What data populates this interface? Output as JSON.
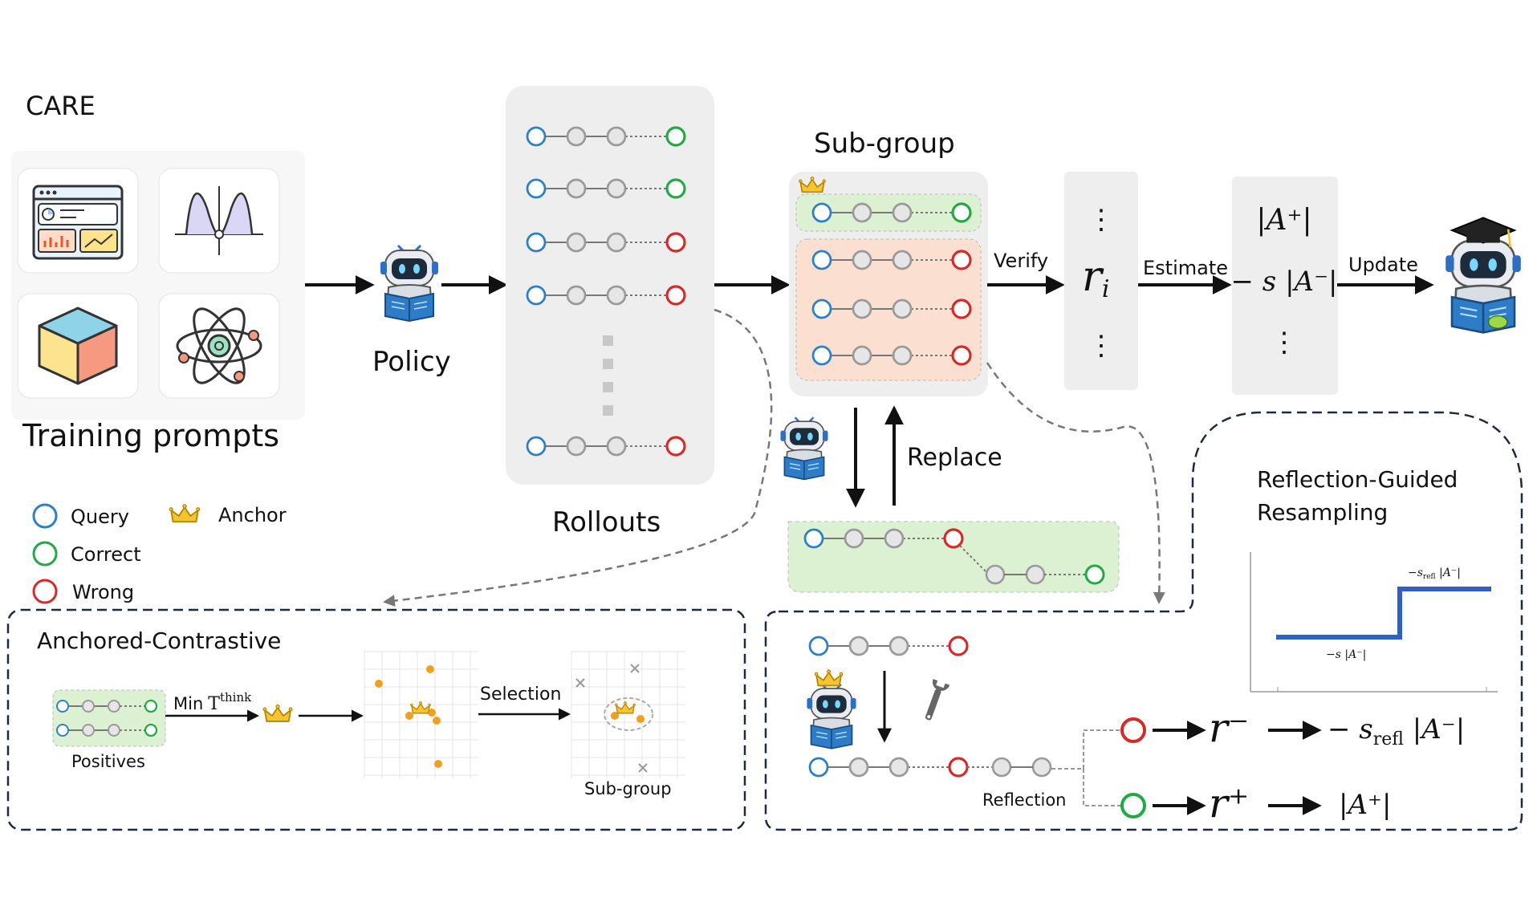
{
  "title": "CARE",
  "training_prompts_label": "Training prompts",
  "policy_label": "Policy",
  "rollouts_label": "Rollouts",
  "subgroup_label": "Sub-group",
  "verify_label": "Verify",
  "estimate_label": "Estimate",
  "update_label": "Update",
  "replace_label": "Replace",
  "reward_symbol": "r",
  "reward_subscript": "i",
  "adv_pos": "|A⁺|",
  "adv_neg": "− s |A⁻|",
  "dots": "⋮",
  "legend": {
    "query": "Query",
    "correct": "Correct",
    "wrong": "Wrong",
    "anchor": "Anchor"
  },
  "anchored": {
    "title": "Anchored-Contrastive",
    "positives_label": "Positives",
    "min_label": "Min",
    "min_T": "T",
    "min_sup": "think",
    "selection_label": "Selection",
    "subgroup_label": "Sub-group"
  },
  "reflection": {
    "title_line1": "Reflection-Guided",
    "title_line2": "Resampling",
    "reflection_label": "Reflection",
    "r_minus": "r⁻",
    "r_plus": "r⁺",
    "out_minus_prefix": "− s",
    "out_minus_sub": "refl",
    "out_minus_suffix": " |A⁻|",
    "out_plus": "|A⁺|",
    "plot_high_label": "−s_refl |A⁻|",
    "plot_low_label": "−s |A⁻|",
    "plot_high_prefix": "−s",
    "plot_high_sub": "refl",
    "plot_high_suffix": " |A⁻|",
    "plot_low": "−s |A⁻|"
  },
  "colors": {
    "query": "#2f7fc4",
    "correct": "#22a845",
    "wrong": "#d42a2a",
    "step": "#9a9a9a",
    "green_band": "#dcf1d2",
    "red_band": "#fbe0d2",
    "panel": "#eeeeee",
    "step_line": "#2f5fc0",
    "dot": "#f0a020"
  },
  "icons": [
    "dashboard-icon",
    "function-plot-icon",
    "cube-icon",
    "atom-icon",
    "robot-reader-icon",
    "robot-graduate-icon",
    "crown-icon",
    "wrench-icon"
  ]
}
